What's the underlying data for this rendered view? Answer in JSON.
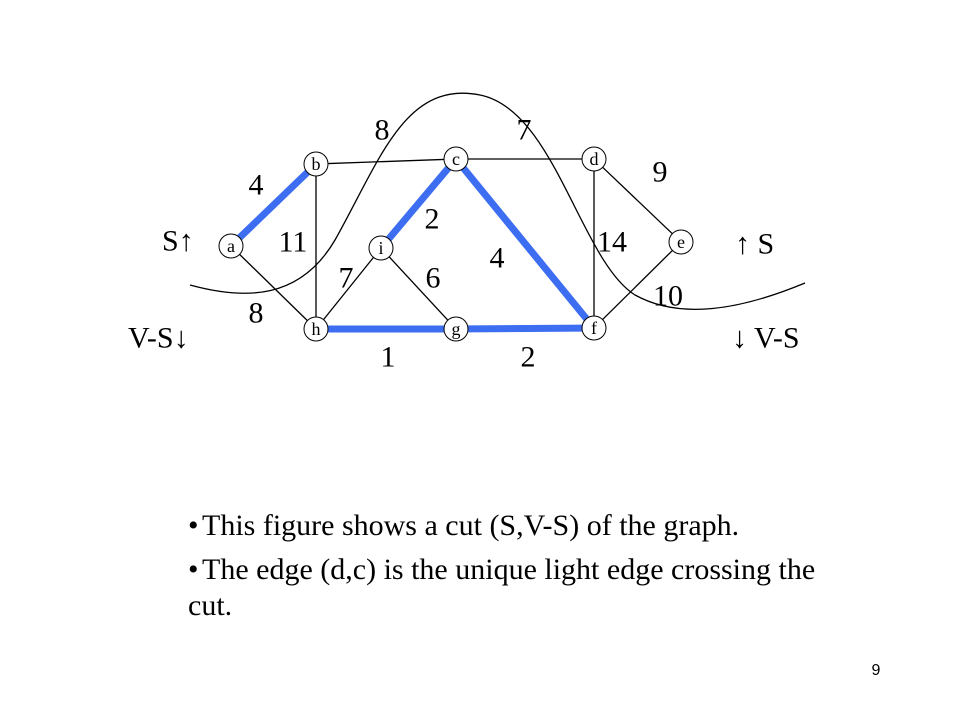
{
  "graph": {
    "nodes": [
      {
        "id": "a",
        "label": "a"
      },
      {
        "id": "b",
        "label": "b"
      },
      {
        "id": "c",
        "label": "c"
      },
      {
        "id": "d",
        "label": "d"
      },
      {
        "id": "e",
        "label": "e"
      },
      {
        "id": "f",
        "label": "f"
      },
      {
        "id": "g",
        "label": "g"
      },
      {
        "id": "h",
        "label": "h"
      },
      {
        "id": "i",
        "label": "i"
      }
    ],
    "edges": [
      {
        "from": "a",
        "to": "b",
        "weight": "4",
        "highlighted": true
      },
      {
        "from": "a",
        "to": "h",
        "weight": "8",
        "highlighted": false
      },
      {
        "from": "b",
        "to": "h",
        "weight": "11",
        "highlighted": false
      },
      {
        "from": "b",
        "to": "c",
        "weight": "8",
        "highlighted": false
      },
      {
        "from": "c",
        "to": "i",
        "weight": "2",
        "highlighted": true
      },
      {
        "from": "c",
        "to": "d",
        "weight": "7",
        "highlighted": false
      },
      {
        "from": "c",
        "to": "f",
        "weight": "4",
        "highlighted": true
      },
      {
        "from": "d",
        "to": "e",
        "weight": "9",
        "highlighted": false
      },
      {
        "from": "d",
        "to": "f",
        "weight": "14",
        "highlighted": false
      },
      {
        "from": "e",
        "to": "f",
        "weight": "10",
        "highlighted": false
      },
      {
        "from": "h",
        "to": "i",
        "weight": "7",
        "highlighted": false
      },
      {
        "from": "i",
        "to": "g",
        "weight": "6",
        "highlighted": false
      },
      {
        "from": "h",
        "to": "g",
        "weight": "1",
        "highlighted": true
      },
      {
        "from": "g",
        "to": "f",
        "weight": "2",
        "highlighted": true
      }
    ],
    "cut_labels": {
      "s_left": "S↑",
      "s_right": "↑ S",
      "vs_left": "V-S↓",
      "vs_right": "↓ V-S"
    },
    "colors": {
      "highlight_edge": "#3d6ef2",
      "edge": "#000000",
      "node_fill": "#ffffff"
    }
  },
  "bullets": [
    "This figure shows a cut (S,V-S) of the graph.",
    "The edge (d,c) is the unique light edge crossing the cut."
  ],
  "bullet_symbol": "•",
  "page_number": "9"
}
